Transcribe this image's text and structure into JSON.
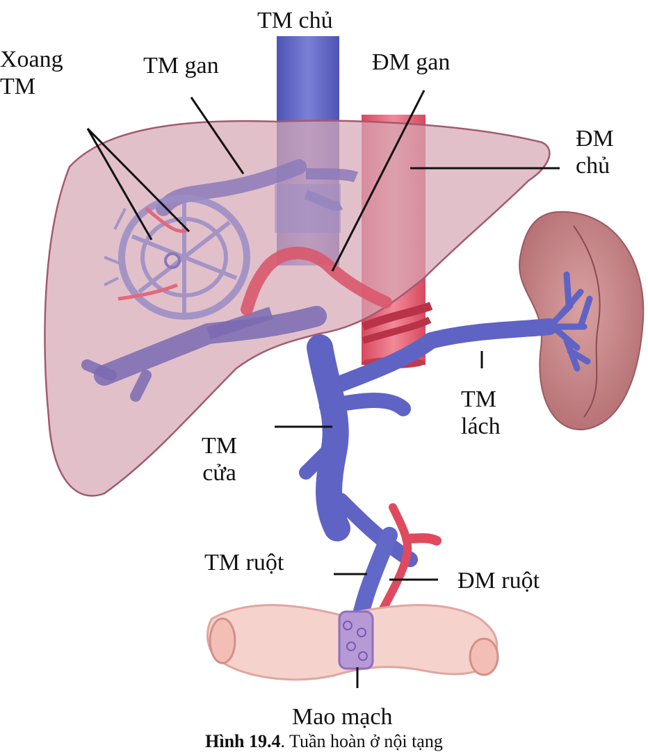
{
  "figure": {
    "labels": {
      "tm_chu": "TM chủ",
      "xoang_tm": "Xoang\nTM",
      "tm_gan": "TM gan",
      "dm_gan": "ĐM gan",
      "dm_chu": "ĐM\nchủ",
      "tm_lach": "TM\nlách",
      "tm_cua": "TM\ncửa",
      "tm_ruot": "TM ruột",
      "dm_ruot": "ĐM ruột",
      "mao_mach": "Mao mạch"
    },
    "caption": {
      "number": "Hình 19.4",
      "text": ". Tuần hoàn ở nội tạng"
    }
  },
  "colors": {
    "liver_fill": "#d9b3bd",
    "liver_stroke": "#b0677a",
    "vein": "#6f6fbf",
    "vein_dark": "#4b4b9a",
    "artery": "#e0566a",
    "artery_dark": "#c23a4c",
    "spleen": "#c98a8a",
    "intestine": "#f4c9c4"
  }
}
